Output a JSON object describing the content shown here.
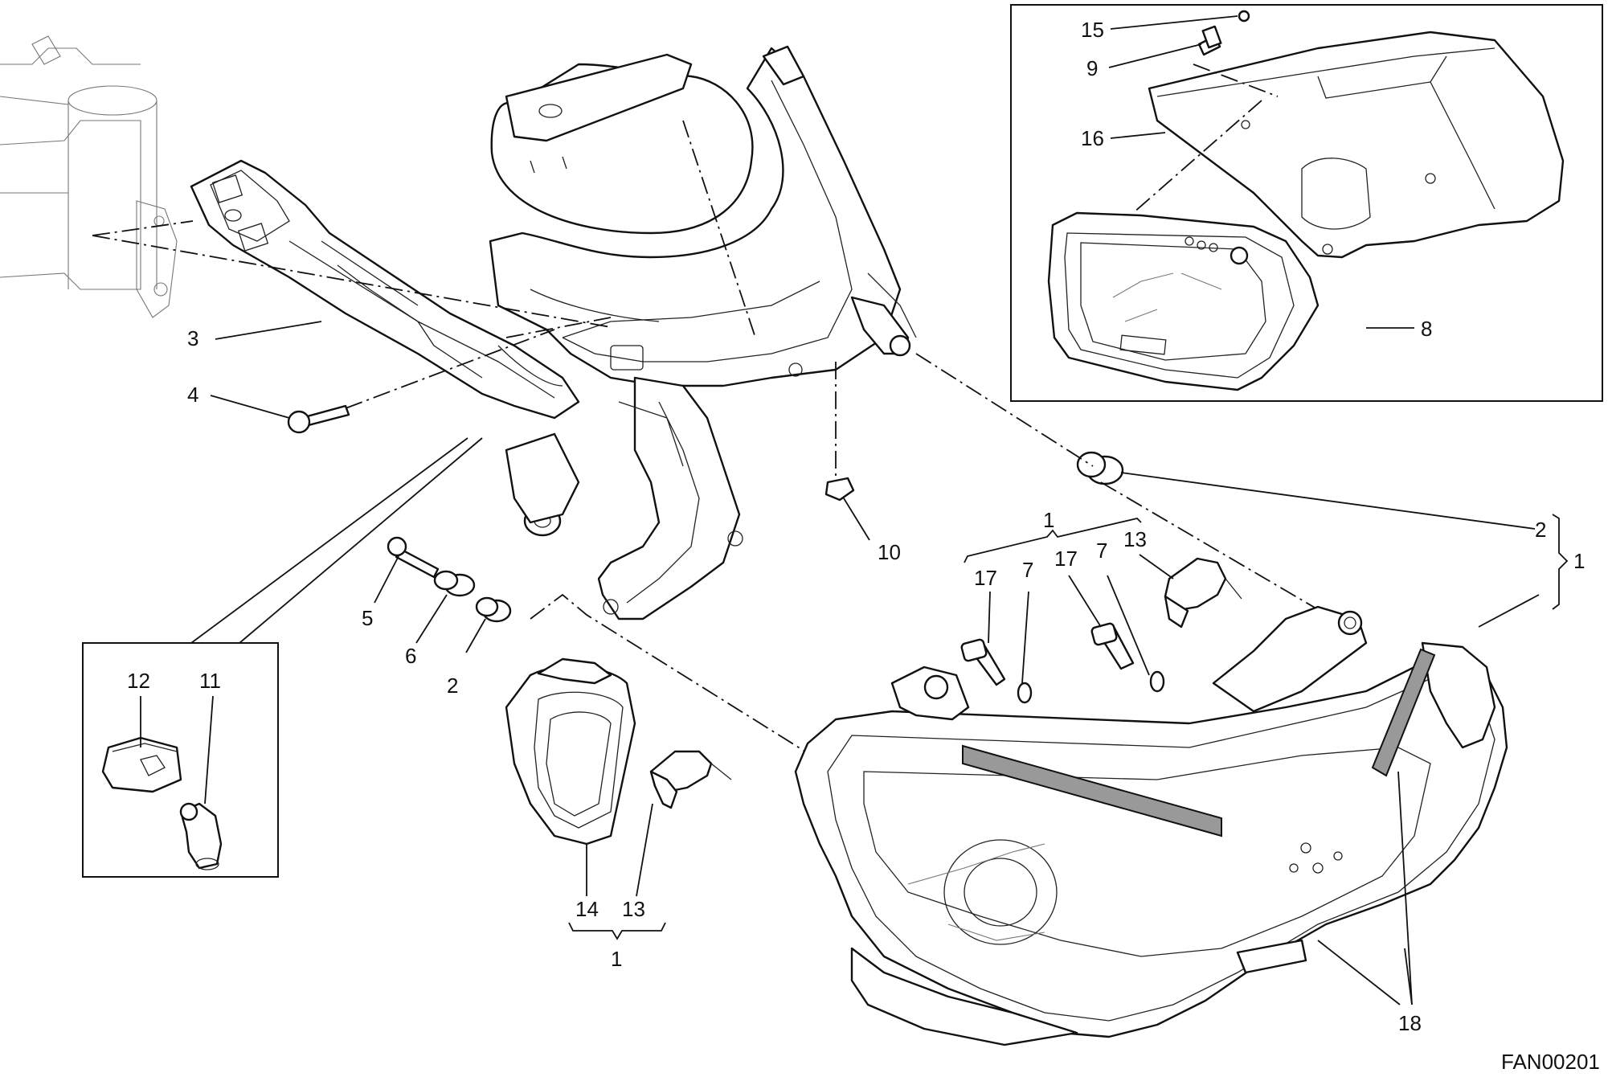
{
  "drawing_code": "FAN00201",
  "callouts": {
    "c1_top": "1",
    "c1_right": "1",
    "c1_bottom": "1",
    "c2_spacer": "2",
    "c2_grommet": "2",
    "c3": "3",
    "c4": "4",
    "c5": "5",
    "c6": "6",
    "c7_a": "7",
    "c7_b": "7",
    "c8": "8",
    "c9": "9",
    "c10": "10",
    "c11": "11",
    "c12": "12",
    "c13_a": "13",
    "c13_b": "13",
    "c14": "14",
    "c15": "15",
    "c16": "16",
    "c17_a": "17",
    "c17_b": "17",
    "c18": "18"
  }
}
